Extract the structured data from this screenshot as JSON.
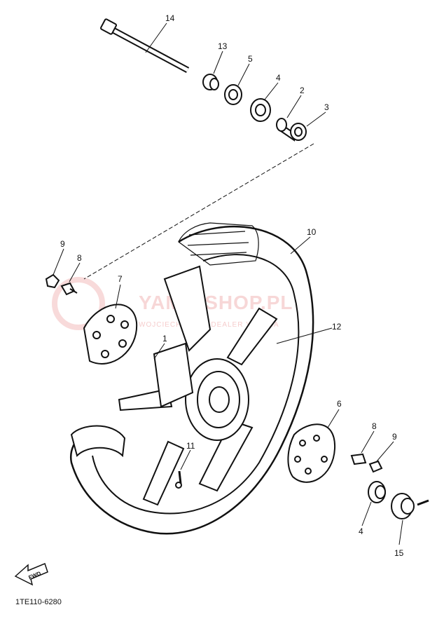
{
  "diagram": {
    "part_labels": [
      "14",
      "13",
      "5",
      "4",
      "2",
      "3",
      "10",
      "9",
      "8",
      "7",
      "12",
      "1",
      "11",
      "6",
      "8",
      "9",
      "4",
      "15"
    ],
    "drawing_code": "1TE110-6280",
    "direction_marker": "FWD",
    "watermark": {
      "main": "YAMA-SHOP.PL",
      "sub": "WOJCIECHOWICZ DEALER YAMAHA"
    }
  }
}
